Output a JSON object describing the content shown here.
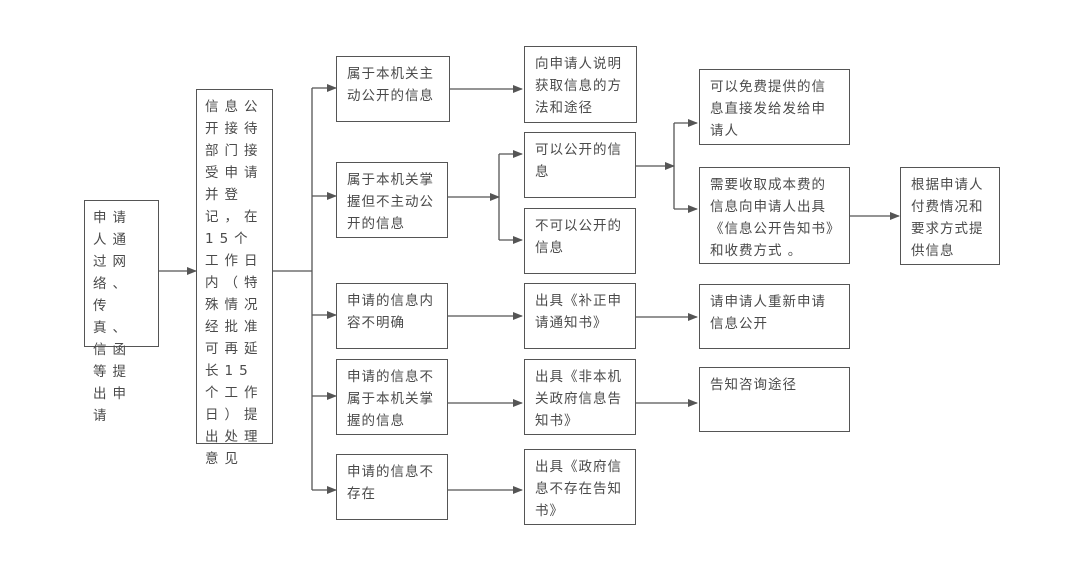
{
  "diagram": {
    "type": "flowchart",
    "nodes": {
      "apply": "申请人通过网络、传真、信函等提出申请",
      "register": "信息公开接待部门接受申请并登记，在15个工作日内（特殊情况经批准可再延长15个工作日）提出处理意见",
      "active_disclosure": "属于本机关主动公开的信息",
      "held_not_active": "属于本机关掌握但不主动公开的信息",
      "unclear": "申请的信息内容不明确",
      "not_held": "申请的信息不属于本机关掌握的信息",
      "not_exist": "申请的信息不存在",
      "explain_method": "向申请人说明获取信息的方法和途径",
      "can_disclose": "可以公开的信息",
      "cannot_disclose": "不可以公开的信息",
      "supplement_notice": "出具《补正申请通知书》",
      "non_agency_notice": "出具《非本机关政府信息告知书》",
      "not_exist_notice": "出具《政府信息不存在告知书》",
      "free_provide": "可以免费提供的信息直接发给发给申请人",
      "fee_required": "需要收取成本费的信息向申请人出具《信息公开告知书》和收费方式 。",
      "reapply": "请申请人重新申请信息公开",
      "inform_channel": "告知咨询途径",
      "provide_by_payment": "根据申请人付费情况和要求方式提供信息"
    },
    "edges": [
      [
        "apply",
        "register"
      ],
      [
        "register",
        "active_disclosure"
      ],
      [
        "register",
        "held_not_active"
      ],
      [
        "register",
        "unclear"
      ],
      [
        "register",
        "not_held"
      ],
      [
        "register",
        "not_exist"
      ],
      [
        "active_disclosure",
        "explain_method"
      ],
      [
        "held_not_active",
        "can_disclose"
      ],
      [
        "held_not_active",
        "cannot_disclose"
      ],
      [
        "can_disclose",
        "free_provide"
      ],
      [
        "can_disclose",
        "fee_required"
      ],
      [
        "fee_required",
        "provide_by_payment"
      ],
      [
        "unclear",
        "supplement_notice"
      ],
      [
        "supplement_notice",
        "reapply"
      ],
      [
        "not_held",
        "non_agency_notice"
      ],
      [
        "non_agency_notice",
        "inform_channel"
      ],
      [
        "not_exist",
        "not_exist_notice"
      ]
    ]
  }
}
